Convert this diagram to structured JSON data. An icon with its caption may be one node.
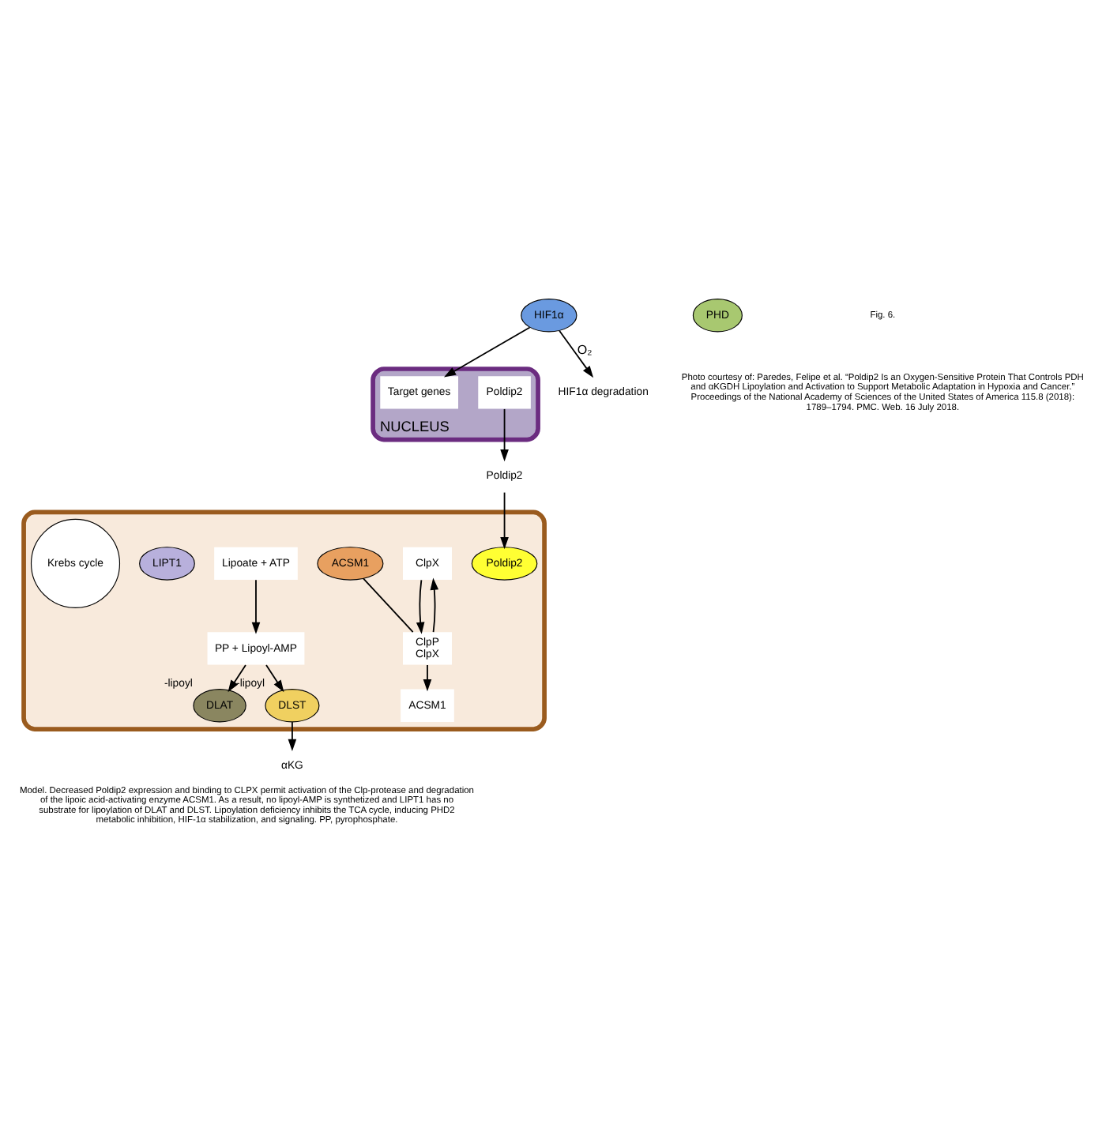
{
  "diagram": {
    "caption": "Model. Decreased Poldip2 expression and binding to CLPX permit activation of the Clp-protease and degradation of the lipoic acid-activating enzyme ACSM1. As a result, no lipoyl-AMP is synthetized and LIPT1 has no substrate for lipoylation of DLAT and DLST. Lipoylation deficiency inhibits the TCA cycle, inducing PHD2 metabolic inhibition, HIF-1α stabilization, and signaling. PP, pyrophosphate.",
    "nodes": [
      {
        "text": [
          "NUCLEUS"
        ]
      },
      {
        "text": [
          "Poldip2"
        ],
        "in": 0
      },
      {
        "text": [
          "Target genes"
        ],
        "in": 0
      },
      {
        "text": [
          "Poldip2"
        ]
      },
      {
        "text": [],
        "shape": "ellipse"
      },
      {
        "text": [
          "Poldip2"
        ],
        "in": 4
      },
      {
        "text": [
          "ClpX"
        ],
        "in": 4
      },
      {
        "text": [
          "ClpP",
          "ClpX"
        ],
        "in": 4
      },
      {
        "text": [
          "ACSM1"
        ],
        "in": 4
      },
      {
        "text": [
          "ACSM1"
        ],
        "in": 4
      },
      {
        "text": [
          "Lipoate + ATP"
        ],
        "in": 4
      },
      {
        "text": [
          "PP + Lipoyl-AMP"
        ],
        "in": 4
      },
      {
        "text": [
          "LIPT1"
        ],
        "in": 4
      },
      {
        "text": [
          "DLAT"
        ],
        "beside": [
          "-lipoyl"
        ],
        "in": 4
      },
      {
        "text": [
          "Krebs cycle"
        ],
        "in": 4
      },
      {
        "text": [
          "DLST"
        ],
        "beside": [
          "-lipoyl"
        ],
        "in": 4
      },
      {
        "text": [
          "αKG"
        ]
      },
      {
        "text": [
          "PHD"
        ]
      },
      {
        "text": [
          "HIF1α"
        ]
      },
      {
        "text": [
          "HIF1α degradation"
        ]
      }
    ],
    "edges": [
      {
        "from": 1,
        "to": 3,
        "arrow": "to"
      },
      {
        "from": 3,
        "to": 5,
        "arrow": "to"
      },
      {
        "from": 6,
        "to": 7,
        "arrow": "to"
      },
      {
        "from": 7,
        "to": 6,
        "arrow": "to"
      },
      {
        "from": 9,
        "to": 7,
        "arrow": "none"
      },
      {
        "from": 7,
        "to": 8,
        "arrow": "to"
      },
      {
        "from": 10,
        "to": 11,
        "arrow": "to"
      },
      {
        "from": 11,
        "to": 13,
        "arrow": "to"
      },
      {
        "from": 11,
        "to": 15,
        "arrow": "to"
      },
      {
        "from": 15,
        "to": 16,
        "arrow": "to"
      },
      {
        "from": 18,
        "to": 19,
        "label": "O₂",
        "arrow": "to"
      },
      {
        "from": 18,
        "to": 2,
        "arrow": "to"
      }
    ],
    "labels": [
      "Fig. 6.",
      "Photo courtesy of: Paredes, Felipe et al. “Poldip2 Is an Oxygen-Sensitive Protein That Controls PDH and αKGDH Lipoylation and Activation to Support Metabolic Adaptation in Hypoxia and Cancer.” Proceedings of the National Academy of Sciences of the United States of America 115.8 (2018): 1789–1794. PMC. Web. 16 July 2018."
    ]
  }
}
